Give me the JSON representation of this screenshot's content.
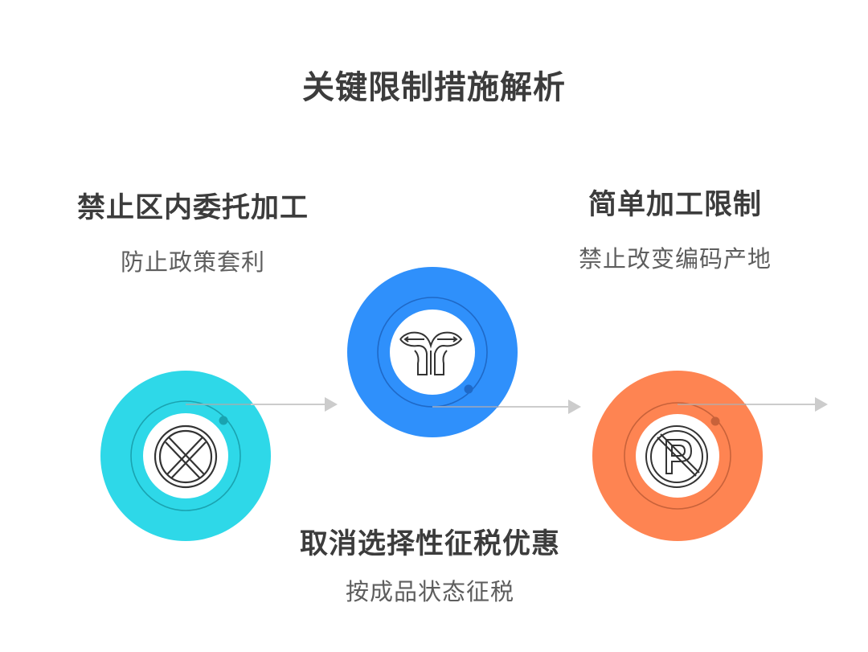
{
  "title": "关键限制措施解析",
  "colors": {
    "step1": "#2ed8e8",
    "step2": "#2f90fb",
    "step3": "#fe8452",
    "arrow": "#cccccc",
    "text_heading": "#3c3c3c",
    "text_sub": "#5e5e5e"
  },
  "steps": [
    {
      "heading": "禁止区内委托加工",
      "subtitle": "防止政策套利",
      "icon": "prohibited-x-icon",
      "color": "#2ed8e8"
    },
    {
      "heading": "取消选择性征税优惠",
      "subtitle": "按成品状态征税",
      "icon": "split-road-icon",
      "color": "#2f90fb"
    },
    {
      "heading": "简单加工限制",
      "subtitle": "禁止改变编码产地",
      "icon": "no-parking-icon",
      "color": "#fe8452"
    }
  ]
}
